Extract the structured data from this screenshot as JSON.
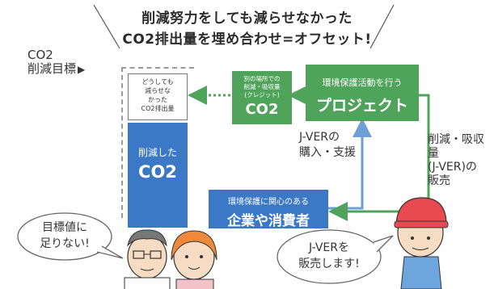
{
  "headline": {
    "line1": "削減努力をしても減らせなかった",
    "line2": "CO2排出量を埋め合わせ=オフセット!"
  },
  "left_label": {
    "line1": "CO2",
    "line2": "削減目標",
    "marker": "▶"
  },
  "left_boxes": {
    "unreduced": [
      "どうしても",
      "減らせな",
      "かった",
      "CO2排出量"
    ],
    "reduced_line1": "削減した",
    "reduced_line2": "CO2"
  },
  "credit_box": {
    "small_lines": [
      "別の場所での",
      "削減・吸収量",
      "(クレジット)"
    ],
    "big": "CO2"
  },
  "project_box": {
    "line1": "環境保護活動を行う",
    "line2": "プロジェクト"
  },
  "company_box": {
    "line1": "環境保護に関心のある",
    "line2": "企業や消費者"
  },
  "mid_label": {
    "line1": "J-VERの",
    "line2": "購入・支援"
  },
  "right_label": {
    "line1": "削減・吸収量",
    "line2": "(J-VER)の",
    "line3": "販売"
  },
  "bubble_left": {
    "line1": "目標値に",
    "line2": "足りない!"
  },
  "bubble_right": {
    "line1": "J-VERを",
    "line2": "販売します!"
  },
  "colors": {
    "green": "#4fa35a",
    "blue": "#3b78c6",
    "arrow_blue": "#6f9fd6",
    "arrow_green": "#4fa35a"
  }
}
